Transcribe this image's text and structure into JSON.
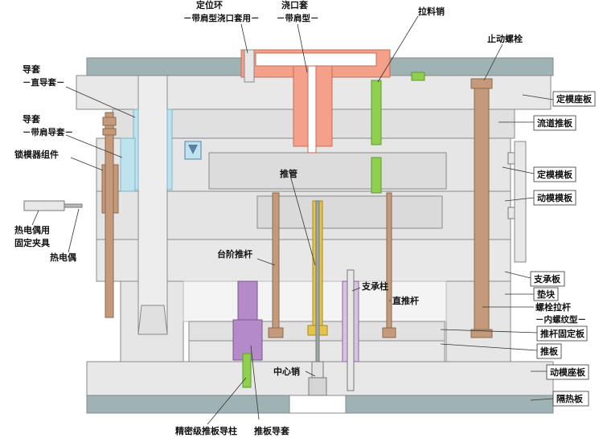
{
  "labels": {
    "locating_ring": "定位环",
    "locating_ring_sub": "－带肩型浇口套用－",
    "sprue_bushing": "浇口套",
    "sprue_bushing_sub": "－带肩型－",
    "sprue_puller": "拉料销",
    "stop_bolt": "止动螺栓",
    "guide_bush_straight": "导套",
    "guide_bush_straight_sub": "－直导套－",
    "guide_bush_shoulder": "导套",
    "guide_bush_shoulder_sub": "－带肩导套－",
    "lock_assembly": "锁模器组件",
    "thermocouple_clamp": "热电偶用",
    "thermocouple_clamp_sub": "固定夹具",
    "thermocouple": "热电偶",
    "ejector_sleeve": "推管",
    "stepped_ejector_pin": "台阶推杆",
    "support_pillar": "支承柱",
    "straight_ejector_pin": "直推杆",
    "center_pin": "中心销",
    "precision_guide_post": "精密级推板导柱",
    "ejector_guide_bush": "推板导套",
    "fixed_clamp_plate": "定模座板",
    "runner_stripper_plate": "流道推板",
    "fixed_plate": "定模模板",
    "moving_plate": "动模模板",
    "support_plate": "支承板",
    "spacer_block": "垫块",
    "tie_bolt": "螺栓拉杆",
    "tie_bolt_sub": "－内螺纹型－",
    "ejector_retainer_plate": "推杆固定板",
    "ejector_plate": "推板",
    "moving_clamp_plate": "动模座板",
    "insulation_board": "隔热板"
  },
  "colors": {
    "plate_gray": "#e6e6e6",
    "insulation": "#9fb3b5",
    "sprue": "#f4a08a",
    "guide_bush": "#bfe3ee",
    "bronze": "#c49a7a",
    "green": "#8fd14f",
    "ejector_sleeve": "#e6c44a",
    "purple": "#b48ac8",
    "support": "#d8c4e2"
  }
}
